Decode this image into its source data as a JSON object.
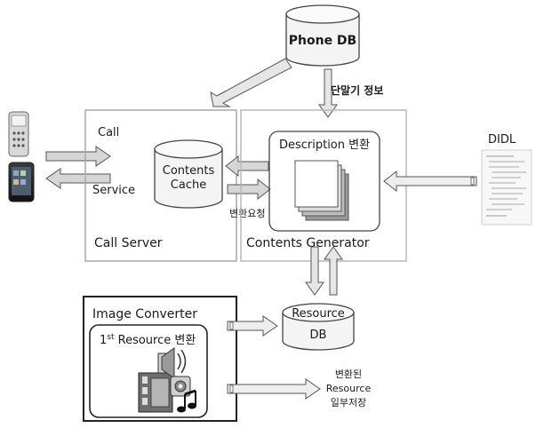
{
  "phone_db": {
    "label": "Phone DB"
  },
  "terminal_info": {
    "label": "단말기 정보"
  },
  "call_server": {
    "title": "Call Server",
    "call_label": "Call",
    "service_label": "Service"
  },
  "contents_cache": {
    "line1": "Contents",
    "line2": "Cache"
  },
  "convert_request": {
    "label": "변환요청"
  },
  "contents_generator": {
    "title": "Contents Generator",
    "description_label": "Description 변환"
  },
  "didl": {
    "label": "DIDL"
  },
  "image_converter": {
    "title": "Image Converter",
    "resource_label_prefix": "1",
    "resource_label_sup": "st",
    "resource_label_rest": " Resource 변환"
  },
  "resource_db": {
    "line1": "Resource",
    "line2": "DB"
  },
  "converted_note": {
    "line1": "변환된",
    "line2": "Resource",
    "line3": "일부저장"
  },
  "colors": {
    "box_border": "#a8a8a8",
    "arrow_fill": "#d6d6d6",
    "arrow_stroke": "#5a5a5a",
    "cylinder_fill": "#f4f4f4"
  }
}
